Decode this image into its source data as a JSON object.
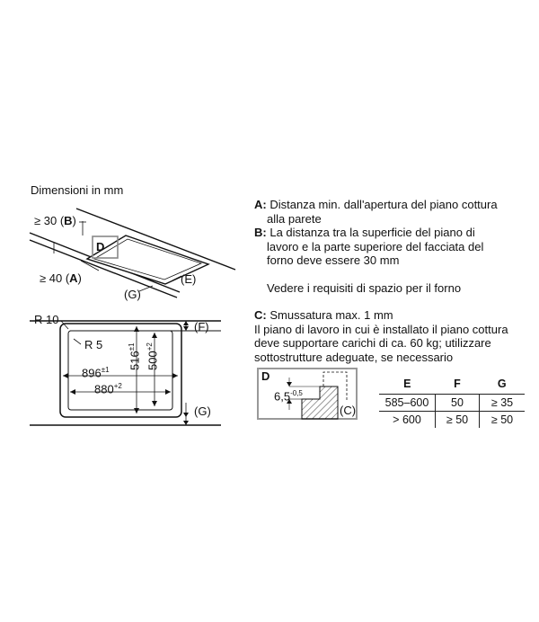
{
  "title": "Dimensioni in mm",
  "perspective": {
    "label_b_prefix": "≥ 30 (",
    "label_b_letter": "B",
    "label_b_suffix": ")",
    "label_a_prefix": "≥ 40 (",
    "label_a_letter": "A",
    "label_a_suffix": ")",
    "label_d": "D",
    "label_e": "(E)",
    "label_g": "(G)"
  },
  "plan": {
    "radius_outer": "R 10",
    "radius_inner": "R 5",
    "width_cutout": "896",
    "width_cutout_tol": "±1",
    "width_inner": "880",
    "width_inner_tol": "+2",
    "depth_cutout": "516",
    "depth_cutout_tol": "±1",
    "depth_inner": "500",
    "depth_inner_tol": "+2",
    "label_f": "(F)",
    "label_g": "(G)"
  },
  "section": {
    "label_d": "D",
    "depth_value": "6,5",
    "depth_tol": "-0,5",
    "label_c": "(C)"
  },
  "legend": [
    {
      "letter": "A:",
      "text": "Distanza min. dall'apertura del piano cottura",
      "cont": "alla parete"
    },
    {
      "letter": "B:",
      "text": "La distanza tra la superficie del piano di",
      "cont2": [
        "lavoro e la parte superiore del facciata del",
        "forno deve essere 30 mm"
      ]
    },
    {
      "note": "Vedere i requisiti di spazio per il forno"
    },
    {
      "letter": "C:",
      "text": "Smussatura max. 1 mm",
      "cont2": [
        "Il piano di lavoro in cui è installato il piano cottura",
        "deve supportare carichi di ca. 60 kg; utilizzare",
        "sottostrutture adeguate, se necessario"
      ]
    }
  ],
  "table": {
    "headers": [
      "E",
      "F",
      "G"
    ],
    "rows": [
      [
        "585–600",
        "50",
        "≥ 35"
      ],
      [
        "> 600",
        "≥ 50",
        "≥ 50"
      ]
    ]
  }
}
